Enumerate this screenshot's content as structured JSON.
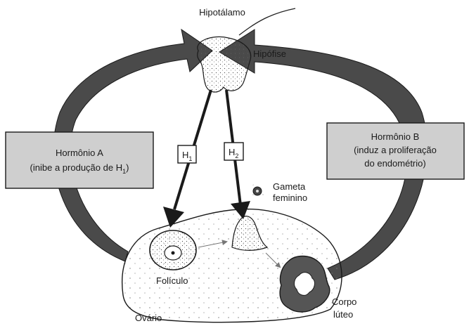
{
  "labels": {
    "hipotalamo": "Hipotálamo",
    "hipofise": "Hipófise",
    "gameta_1": "Gameta",
    "gameta_2": "feminino",
    "foliculo": "Folículo",
    "ovario": "Ovário",
    "corpo_1": "Corpo",
    "corpo_2": "lúteo"
  },
  "hormone_a": {
    "title": "Hormônio A",
    "desc_prefix": "(inibe a produção de H",
    "desc_sub": "1",
    "desc_suffix": ")"
  },
  "hormone_b": {
    "title": "Hormônio B",
    "line2": "(induz a proliferação",
    "line3": "do endométrio)"
  },
  "h1": {
    "main": "H",
    "sub": "1"
  },
  "h2": {
    "main": "H",
    "sub": "2"
  },
  "colors": {
    "arc_fill": "#4a4a4a",
    "box_fill": "#cfcfcf",
    "ink": "#1a1a1a"
  }
}
